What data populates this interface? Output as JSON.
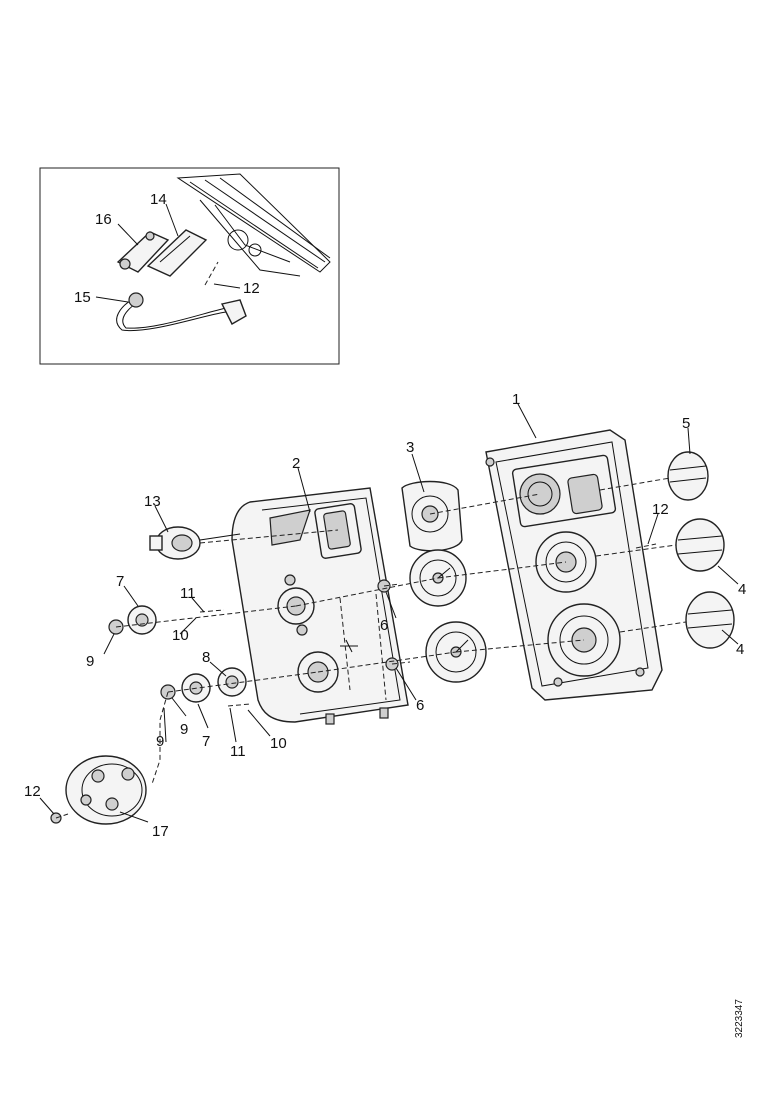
{
  "diagram": {
    "type": "exploded-parts-view",
    "inset_callouts": [
      "16",
      "14",
      "15",
      "12"
    ],
    "callouts": {
      "c1": "1",
      "c2": "2",
      "c3": "3",
      "c4a": "4",
      "c4b": "4",
      "c5": "5",
      "c6a": "6",
      "c6b": "6",
      "c7a": "7",
      "c7b": "7",
      "c8": "8",
      "c9a": "9",
      "c9b": "9",
      "c9c": "9",
      "c10a": "10",
      "c10b": "10",
      "c11a": "11",
      "c11b": "11",
      "c12a": "12",
      "c12b": "12",
      "c13": "13",
      "c17": "17"
    },
    "inset": {
      "c16": "16",
      "c14": "14",
      "c15": "15",
      "c12": "12"
    },
    "doc_id": "3223347"
  }
}
